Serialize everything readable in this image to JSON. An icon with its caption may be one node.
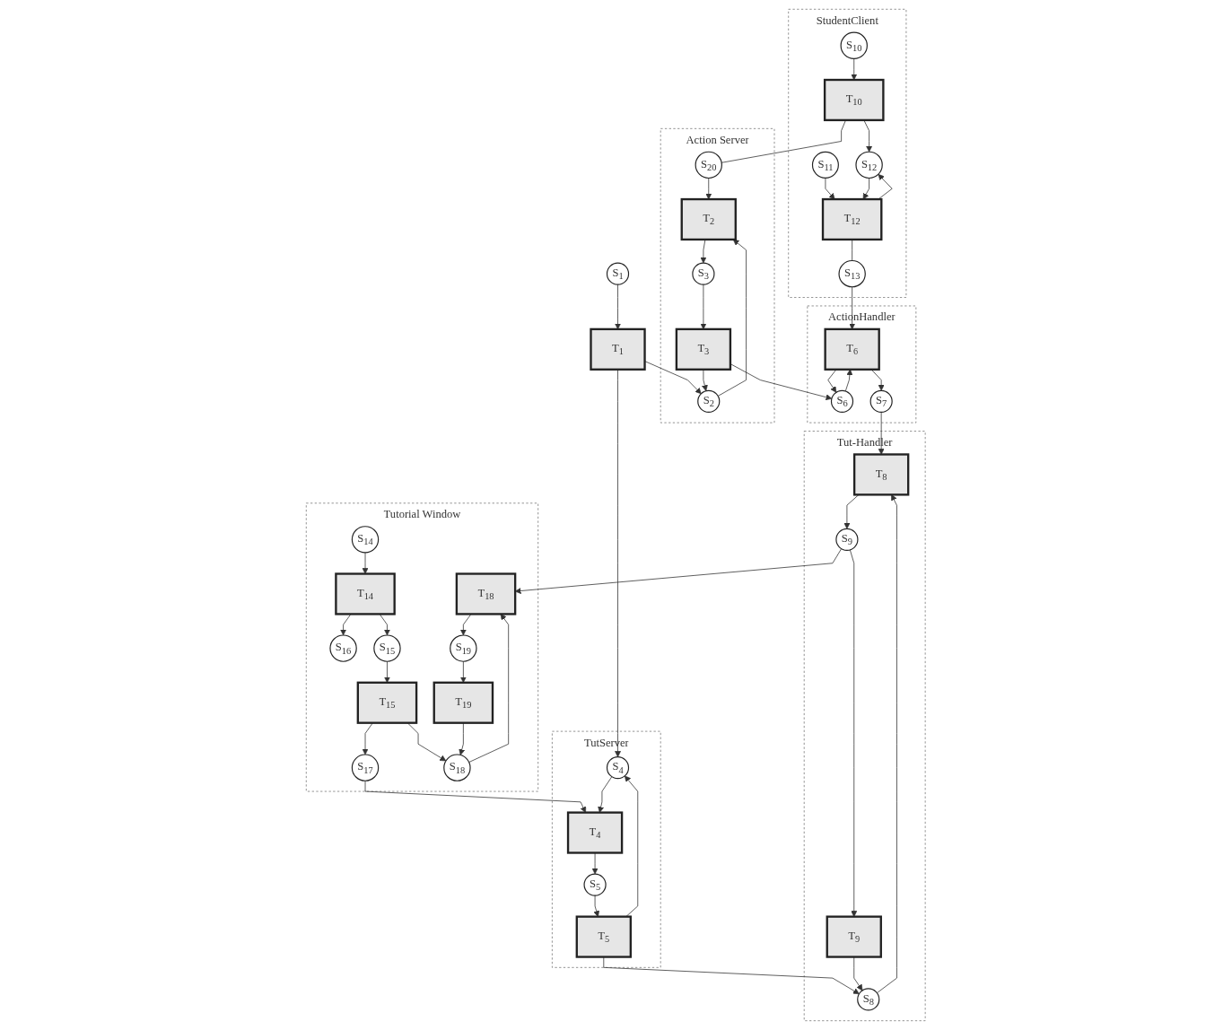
{
  "diagram": {
    "nodes": [
      {
        "text": [
          "StudentClient"
        ]
      },
      {
        "text": [
          "S$_{10}$"
        ],
        "in": 0
      },
      {
        "text": [
          "S$_{11}$"
        ],
        "in": 0
      },
      {
        "text": [
          "T$_{10}$"
        ],
        "in": 0
      },
      {
        "text": [
          "S$_{12}$"
        ],
        "in": 0
      },
      {
        "text": [
          "T$_{12}$"
        ],
        "in": 0
      },
      {
        "text": [
          "S$_{13}$"
        ],
        "in": 0
      },
      {
        "text": [
          "S$_{1}$"
        ]
      },
      {
        "text": [
          "T$_{1}$"
        ]
      },
      {
        "text": [
          "Action Server"
        ]
      },
      {
        "text": [
          "S$_{20}$"
        ],
        "in": 9
      },
      {
        "text": [
          "S$_{2}$"
        ],
        "in": 9
      },
      {
        "text": [
          "T$_{2}$"
        ],
        "in": 9
      },
      {
        "text": [
          "S$_{3}$"
        ],
        "in": 9
      },
      {
        "text": [
          "T$_{3}$"
        ],
        "in": 9
      },
      {
        "text": [
          "TutServer"
        ]
      },
      {
        "text": [
          "S$_{4}$"
        ],
        "in": 15
      },
      {
        "text": [
          "T$_{4}$"
        ],
        "in": 15
      },
      {
        "text": [
          "S$_{5}$"
        ],
        "in": 15
      },
      {
        "text": [
          "T$_{5}$"
        ],
        "in": 15
      },
      {
        "text": [
          "Tutorial Window"
        ]
      },
      {
        "text": [
          "S$_{14}$"
        ],
        "in": 20
      },
      {
        "text": [
          "T$_{14}$"
        ],
        "in": 20
      },
      {
        "text": [
          "S$_{16}$"
        ],
        "in": 20
      },
      {
        "text": [
          "S$_{15}$"
        ],
        "in": 20
      },
      {
        "text": [
          "T$_{15}$"
        ],
        "in": 20
      },
      {
        "text": [
          "S$_{17}$"
        ],
        "in": 20
      },
      {
        "text": [
          "S$_{18}$"
        ],
        "in": 20
      },
      {
        "text": [
          "T$_{18}$"
        ],
        "in": 20
      },
      {
        "text": [
          "T$_{19}$"
        ],
        "in": 20
      },
      {
        "text": [
          "S$_{19}$"
        ],
        "in": 20
      },
      {
        "text": [
          "ActionHandler"
        ]
      },
      {
        "text": [
          "S$_{6}$"
        ],
        "in": 31
      },
      {
        "text": [
          "T$_{6}$"
        ],
        "in": 31
      },
      {
        "text": [
          "S$_{7}$"
        ],
        "in": 31
      },
      {
        "text": [
          "Tut-Handler"
        ]
      },
      {
        "text": [
          "S$_{8}$"
        ],
        "in": 35
      },
      {
        "text": [
          "T$_{8}$"
        ],
        "in": 35
      },
      {
        "text": [
          "T$_{9}$"
        ],
        "in": 35
      },
      {
        "text": [
          "S$_{9}$"
        ],
        "in": 35
      }
    ],
    "edges": [
      {
        "from": 7,
        "to": 8,
        "arrow": "to"
      },
      {
        "from": 8,
        "to": 11,
        "arrow": "to"
      },
      {
        "from": 8,
        "to": 16,
        "arrow": "to"
      },
      {
        "from": 1,
        "to": 3,
        "arrow": "to"
      },
      {
        "from": 3,
        "to": 4,
        "arrow": "to"
      },
      {
        "from": 3,
        "to": 10,
        "arrow": "none"
      },
      {
        "from": 2,
        "to": 5,
        "arrow": "to"
      },
      {
        "from": 4,
        "to": 5,
        "arrow": "to"
      },
      {
        "from": 5,
        "to": 4,
        "arrow": "to"
      },
      {
        "from": 5,
        "to": 6,
        "arrow": "none"
      },
      {
        "from": 10,
        "to": 12,
        "arrow": "to"
      },
      {
        "from": 11,
        "to": 12,
        "arrow": "to"
      },
      {
        "from": 12,
        "to": 13,
        "arrow": "to"
      },
      {
        "from": 13,
        "to": 14,
        "arrow": "to"
      },
      {
        "from": 14,
        "to": 11,
        "arrow": "to"
      },
      {
        "from": 14,
        "to": 32,
        "arrow": "to"
      },
      {
        "from": 26,
        "to": 17,
        "arrow": "to"
      },
      {
        "from": 16,
        "to": 17,
        "arrow": "to"
      },
      {
        "from": 17,
        "to": 18,
        "arrow": "to"
      },
      {
        "from": 18,
        "to": 19,
        "arrow": "to"
      },
      {
        "from": 19,
        "to": 16,
        "arrow": "to"
      },
      {
        "from": 19,
        "to": 36,
        "arrow": "to"
      },
      {
        "from": 21,
        "to": 22,
        "arrow": "to"
      },
      {
        "from": 22,
        "to": 24,
        "arrow": "to"
      },
      {
        "from": 22,
        "to": 23,
        "arrow": "to"
      },
      {
        "from": 24,
        "to": 25,
        "arrow": "to"
      },
      {
        "from": 25,
        "to": 26,
        "arrow": "to"
      },
      {
        "from": 25,
        "to": 27,
        "arrow": "to"
      },
      {
        "from": 27,
        "to": 28,
        "arrow": "to"
      },
      {
        "from": 28,
        "to": 30,
        "arrow": "to"
      },
      {
        "from": 30,
        "to": 29,
        "arrow": "to"
      },
      {
        "from": 29,
        "to": 27,
        "arrow": "to"
      },
      {
        "from": 6,
        "to": 33,
        "arrow": "to"
      },
      {
        "from": 32,
        "to": 33,
        "arrow": "to"
      },
      {
        "from": 33,
        "to": 32,
        "arrow": "to"
      },
      {
        "from": 33,
        "to": 34,
        "arrow": "to"
      },
      {
        "from": 34,
        "to": 37,
        "arrow": "to"
      },
      {
        "from": 36,
        "to": 37,
        "arrow": "to"
      },
      {
        "from": 37,
        "to": 39,
        "arrow": "to"
      },
      {
        "from": 39,
        "to": 38,
        "arrow": "to"
      },
      {
        "from": 38,
        "to": 36,
        "arrow": "to"
      },
      {
        "from": 39,
        "to": 28,
        "arrow": "to"
      }
    ]
  }
}
